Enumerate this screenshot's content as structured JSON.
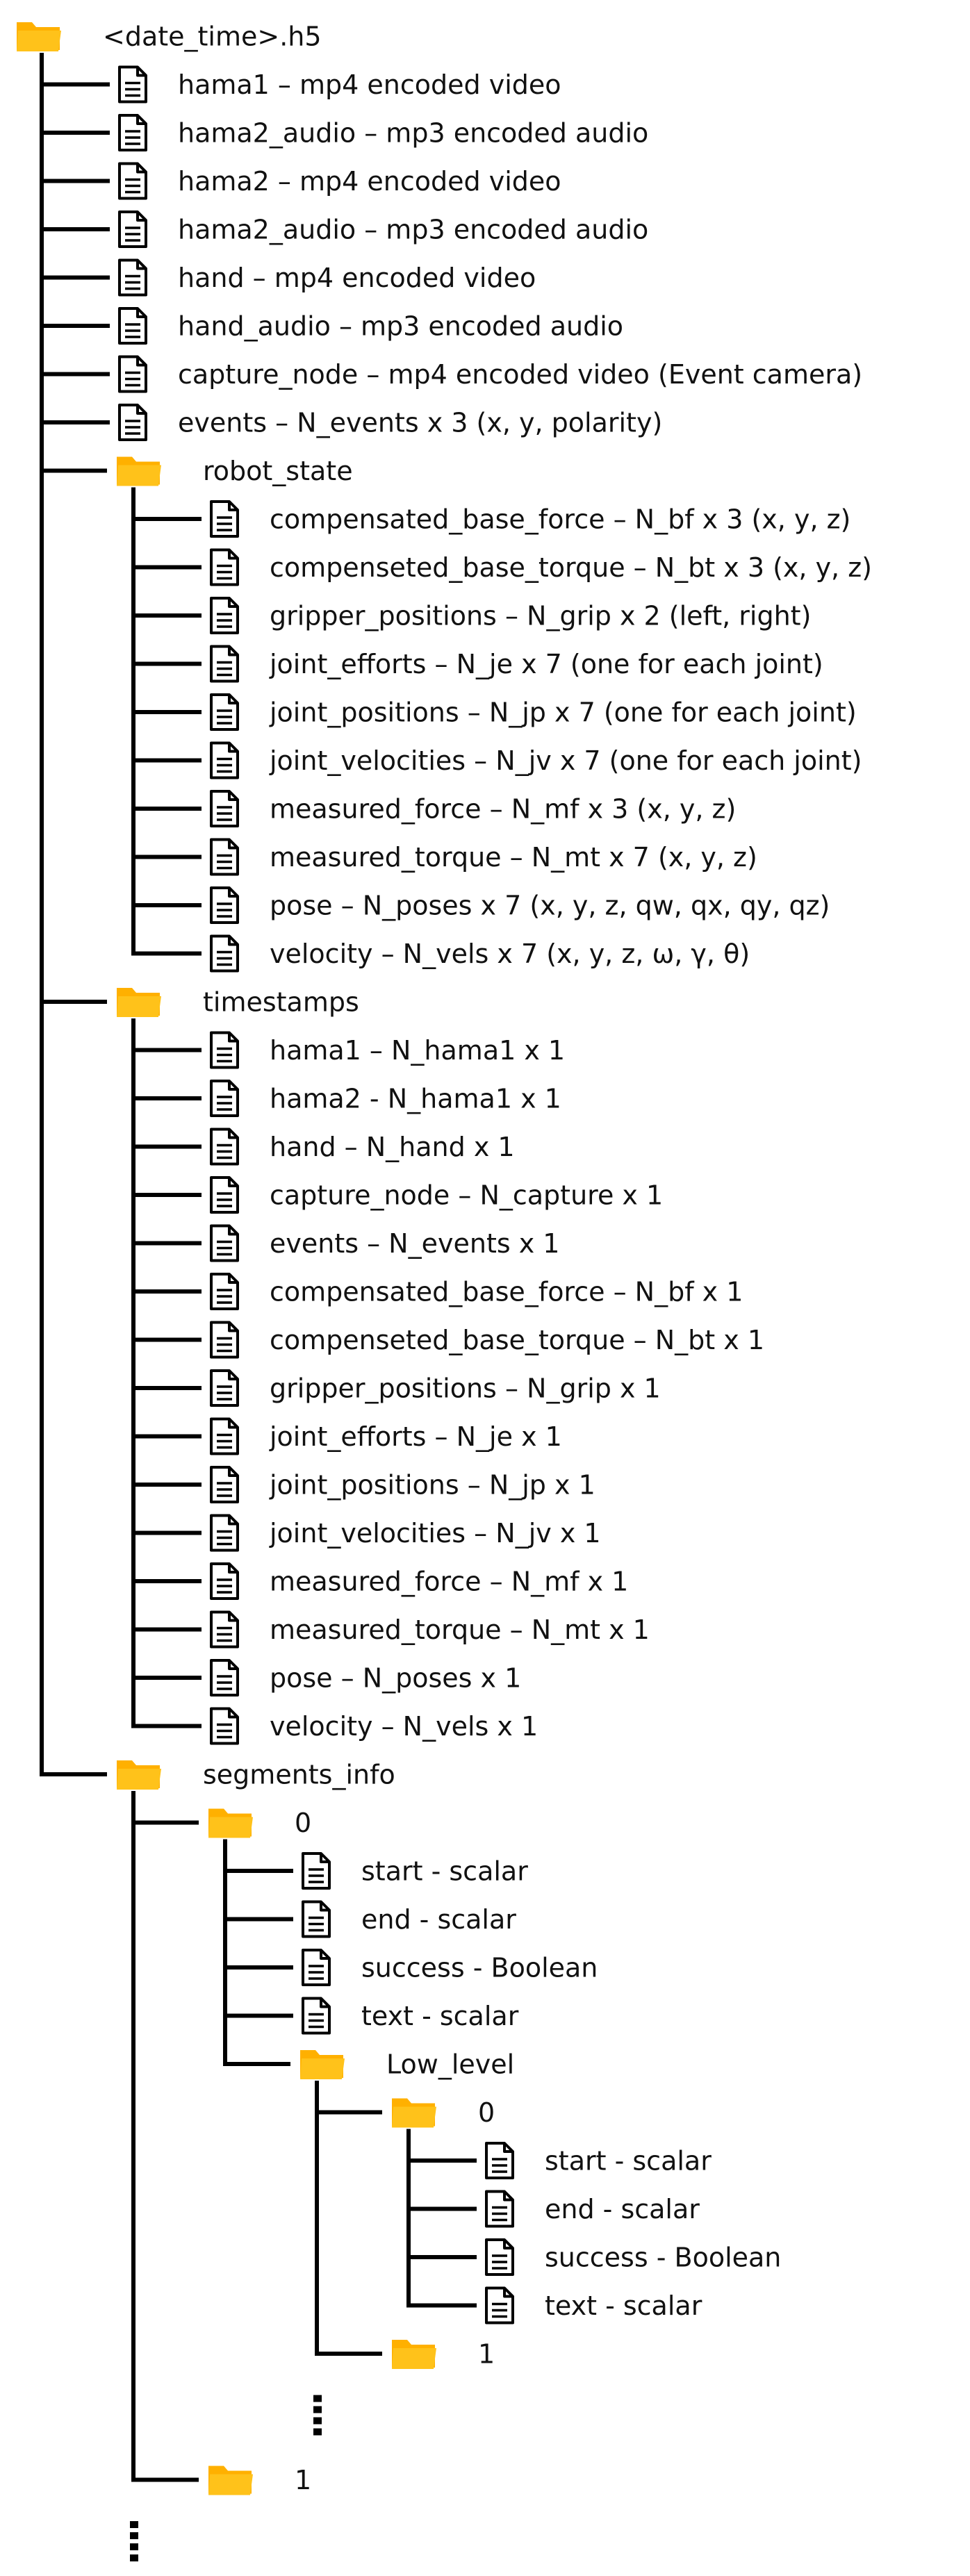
{
  "colors": {
    "line": "#000000",
    "folder": "#ffc21a",
    "folder_tab": "#ffb000",
    "file_stroke": "#000000",
    "text": "#111111"
  },
  "tree": {
    "label": "<date_time>.h5",
    "type": "folder",
    "children": [
      {
        "type": "file",
        "label": "hama1 – mp4 encoded video"
      },
      {
        "type": "file",
        "label": "hama2_audio – mp3 encoded audio"
      },
      {
        "type": "file",
        "label": "hama2 – mp4 encoded video"
      },
      {
        "type": "file",
        "label": "hama2_audio – mp3 encoded audio"
      },
      {
        "type": "file",
        "label": "hand – mp4 encoded video"
      },
      {
        "type": "file",
        "label": "hand_audio – mp3 encoded audio"
      },
      {
        "type": "file",
        "label": "capture_node – mp4 encoded video (Event camera)"
      },
      {
        "type": "file",
        "label": "events – N_events x 3 (x, y, polarity)"
      },
      {
        "type": "folder",
        "label": "robot_state",
        "children": [
          {
            "type": "file",
            "label": "compensated_base_force – N_bf x 3 (x, y, z)"
          },
          {
            "type": "file",
            "label": "compenseted_base_torque – N_bt x 3 (x, y, z)"
          },
          {
            "type": "file",
            "label": "gripper_positions – N_grip x 2 (left, right)"
          },
          {
            "type": "file",
            "label": "joint_efforts – N_je x 7 (one for each joint)"
          },
          {
            "type": "file",
            "label": "joint_positions – N_jp x 7 (one for each joint)"
          },
          {
            "type": "file",
            "label": "joint_velocities – N_jv x 7 (one for each joint)"
          },
          {
            "type": "file",
            "label": "measured_force – N_mf x 3 (x, y, z)"
          },
          {
            "type": "file",
            "label": "measured_torque – N_mt x 7 (x, y, z)"
          },
          {
            "type": "file",
            "label": "pose – N_poses x 7 (x, y, z, qw, qx, qy, qz)"
          },
          {
            "type": "file",
            "label": "velocity – N_vels x 7 (x, y, z, ω, γ, θ)"
          }
        ]
      },
      {
        "type": "folder",
        "label": "timestamps",
        "children": [
          {
            "type": "file",
            "label": "hama1 – N_hama1 x 1"
          },
          {
            "type": "file",
            "label": "hama2 - N_hama1 x 1"
          },
          {
            "type": "file",
            "label": "hand – N_hand x 1"
          },
          {
            "type": "file",
            "label": "capture_node – N_capture x 1"
          },
          {
            "type": "file",
            "label": "events – N_events x 1"
          },
          {
            "type": "file",
            "label": "compensated_base_force – N_bf x 1"
          },
          {
            "type": "file",
            "label": "compenseted_base_torque – N_bt x 1"
          },
          {
            "type": "file",
            "label": "gripper_positions – N_grip x 1"
          },
          {
            "type": "file",
            "label": "joint_efforts – N_je x 1"
          },
          {
            "type": "file",
            "label": "joint_positions – N_jp x 1"
          },
          {
            "type": "file",
            "label": "joint_velocities – N_jv x 1"
          },
          {
            "type": "file",
            "label": "measured_force – N_mf x 1"
          },
          {
            "type": "file",
            "label": "measured_torque – N_mt x 1"
          },
          {
            "type": "file",
            "label": "pose – N_poses x 1"
          },
          {
            "type": "file",
            "label": "velocity – N_vels x 1"
          }
        ]
      },
      {
        "type": "folder",
        "label": "segments_info",
        "children": [
          {
            "type": "folder",
            "label": "0",
            "children": [
              {
                "type": "file",
                "label": "start - scalar"
              },
              {
                "type": "file",
                "label": "end - scalar"
              },
              {
                "type": "file",
                "label": "success - Boolean"
              },
              {
                "type": "file",
                "label": "text - scalar"
              },
              {
                "type": "folder",
                "label": "Low_level",
                "children": [
                  {
                    "type": "folder",
                    "label": "0",
                    "children": [
                      {
                        "type": "file",
                        "label": "start - scalar"
                      },
                      {
                        "type": "file",
                        "label": "end - scalar"
                      },
                      {
                        "type": "file",
                        "label": "success - Boolean"
                      },
                      {
                        "type": "file",
                        "label": "text - scalar"
                      }
                    ]
                  },
                  {
                    "type": "folder",
                    "label": "1",
                    "children": []
                  },
                  {
                    "type": "ellipsis"
                  }
                ]
              }
            ]
          },
          {
            "type": "folder",
            "label": "1",
            "children": []
          },
          {
            "type": "ellipsis"
          }
        ]
      }
    ]
  }
}
